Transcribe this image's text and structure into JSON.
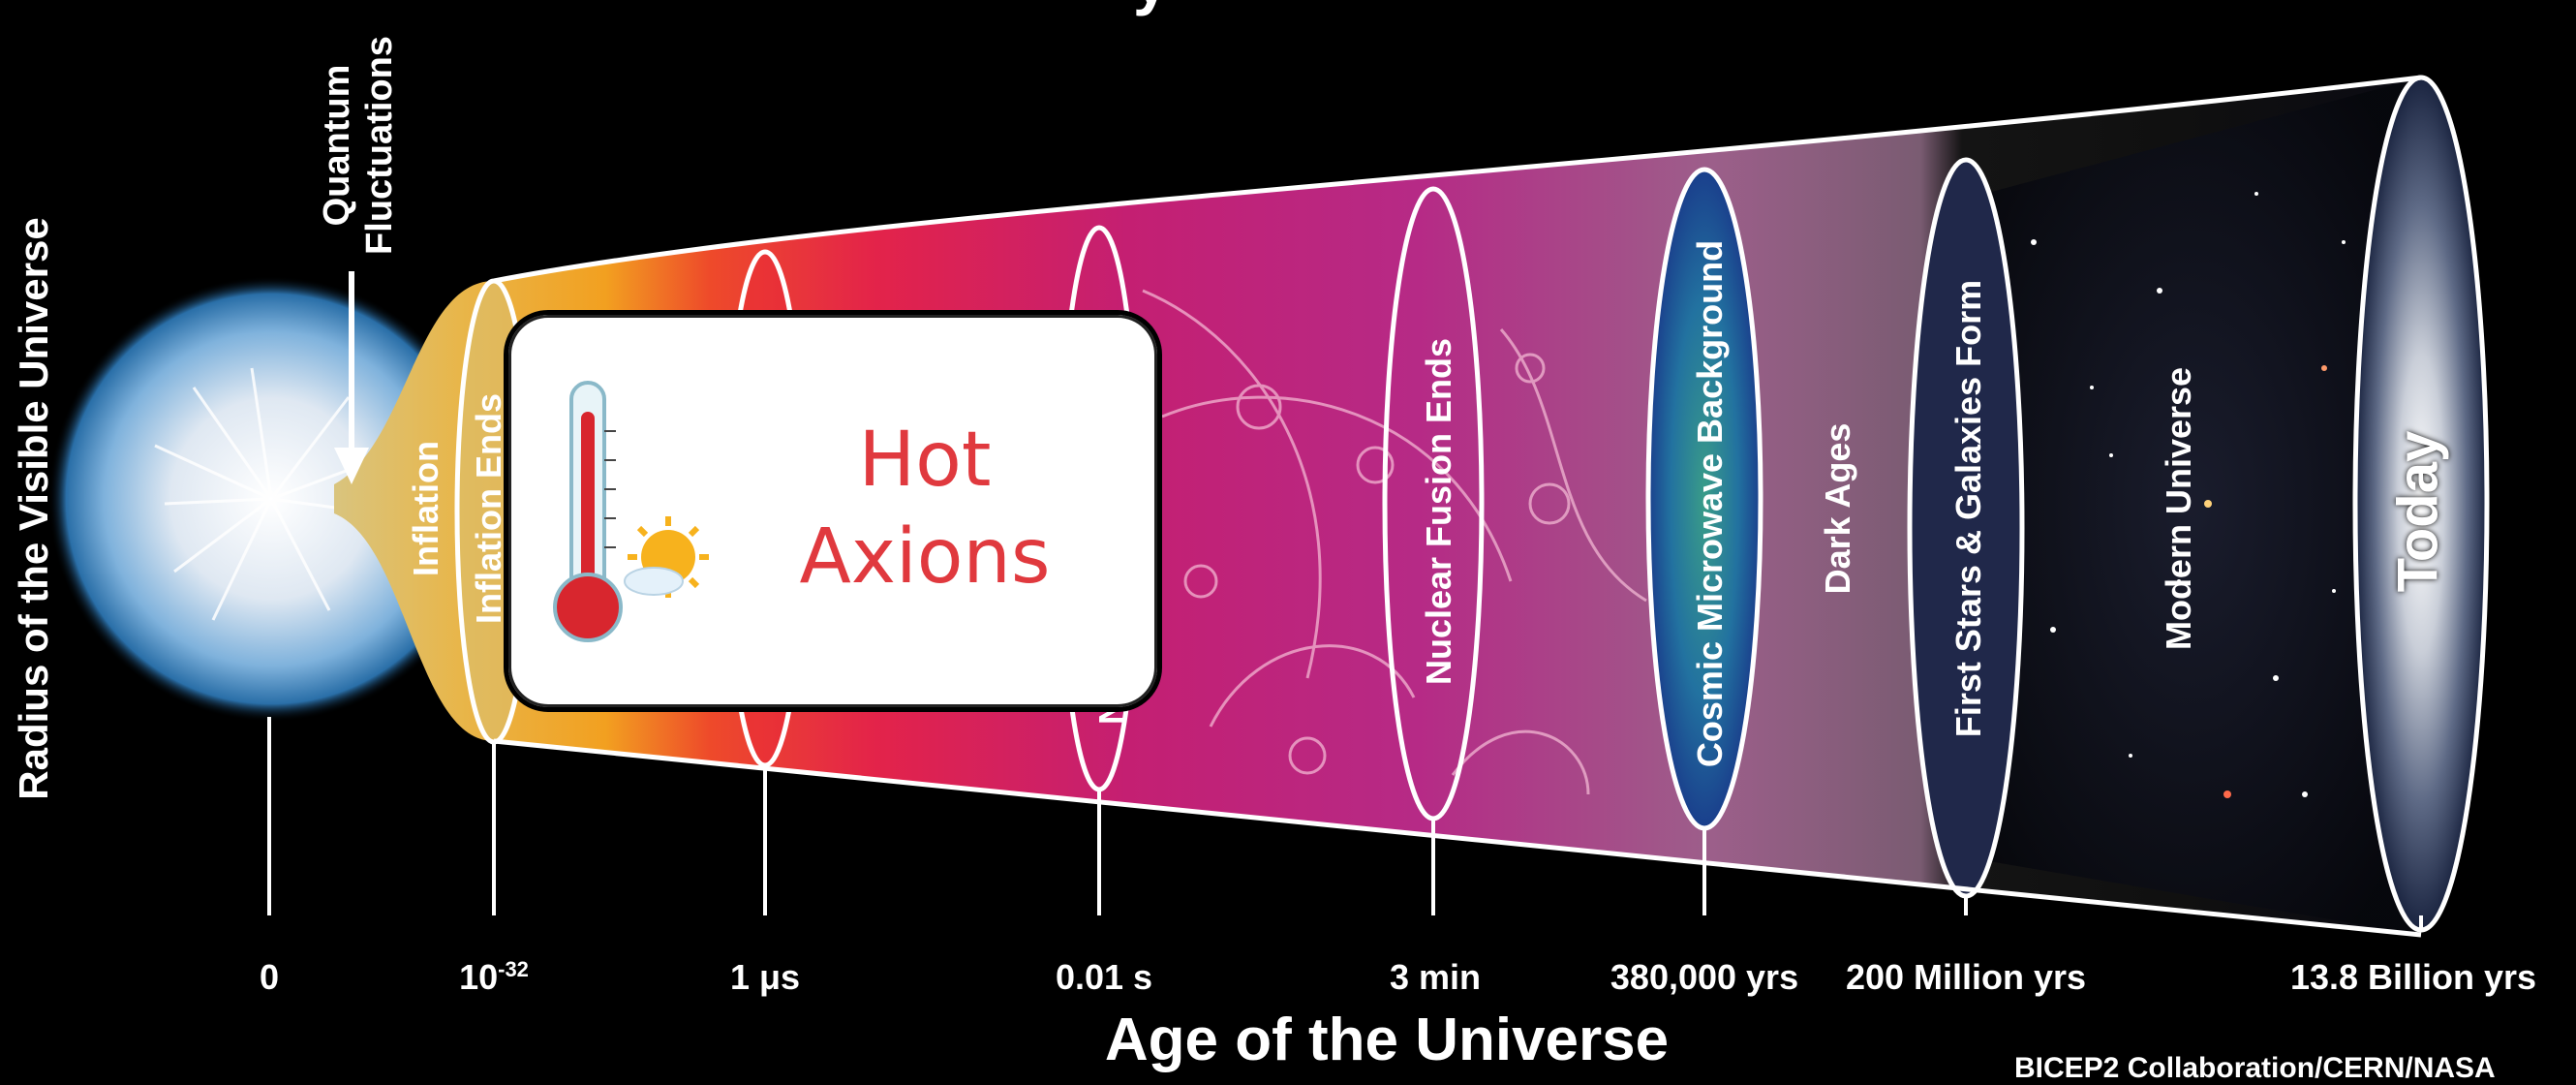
{
  "title_fragment": "y",
  "y_axis_label": "Radius of the Visible Universe",
  "quantum_label": [
    "Quantum",
    "Fluctuations"
  ],
  "epochs": [
    {
      "id": "inflation",
      "label": "Inflation"
    },
    {
      "id": "inflation-ends",
      "label": "Inflation Ends"
    },
    {
      "id": "nucleons",
      "label": "N"
    },
    {
      "id": "nuclear-fusion-ends",
      "label": "Nuclear Fusion Ends"
    },
    {
      "id": "cmb",
      "label": "Cosmic Microwave Background"
    },
    {
      "id": "dark-ages",
      "label": "Dark Ages"
    },
    {
      "id": "first-stars",
      "label": "First Stars & Galaxies Form"
    },
    {
      "id": "modern-universe",
      "label": "Modern Universe"
    },
    {
      "id": "today",
      "label": "Today"
    }
  ],
  "ticks": [
    {
      "label": "0"
    },
    {
      "label": "10",
      "sup": "-32"
    },
    {
      "label": "1 μs"
    },
    {
      "label": "0.01 s"
    },
    {
      "label": "3 min"
    },
    {
      "label": "380,000 yrs"
    },
    {
      "label": "200 Million yrs"
    },
    {
      "label": "13.8 Billion yrs"
    }
  ],
  "x_axis_title": "Age of the Universe",
  "credit": "BICEP2 Collaboration/CERN/NASA",
  "callout": {
    "lines": [
      "Hot",
      "Axions"
    ],
    "color": "#e0393e"
  },
  "colors": {
    "background": "#000000",
    "inflation": "#e0c77a",
    "hot": "#e8233f",
    "plasma": "#c9217a",
    "cmb": "#2a8a7a",
    "dark": "#1a1a1a"
  }
}
